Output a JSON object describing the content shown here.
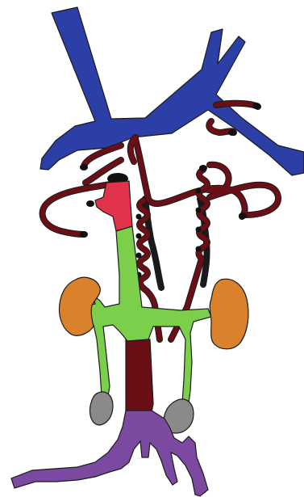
{
  "diagram": {
    "labels": [],
    "colors": {
      "background": "#ffffff",
      "outline": "#1a1a1a",
      "vein_blue": "#2b3fa6",
      "vessel_dark_red": "#6b0f16",
      "red_segment": "#e3334b",
      "green_structure": "#7bcf4a",
      "orange_organ": "#d9822b",
      "gray_organ": "#8a8a8a",
      "purple_branch": "#7b4aa0",
      "black_caps": "#111111"
    },
    "parts": [
      {
        "id": "blue-vein-network",
        "icon": "vein-shape"
      },
      {
        "id": "dark-red-vessels",
        "icon": "coiled-vessel-shape"
      },
      {
        "id": "red-top-segment",
        "icon": "red-segment-shape"
      },
      {
        "id": "green-central-structure",
        "icon": "green-structure-shape"
      },
      {
        "id": "left-orange-organ",
        "icon": "organ-shape"
      },
      {
        "id": "right-orange-organ",
        "icon": "organ-shape"
      },
      {
        "id": "left-gray-organ",
        "icon": "organ-shape"
      },
      {
        "id": "right-gray-organ",
        "icon": "organ-shape"
      },
      {
        "id": "purple-branching-base",
        "icon": "branch-shape"
      }
    ]
  }
}
